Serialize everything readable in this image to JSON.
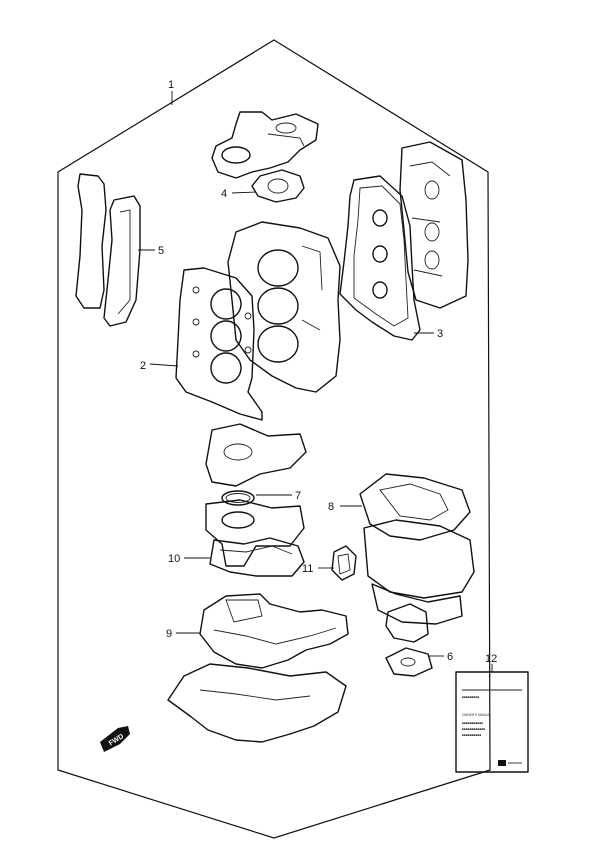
{
  "callouts": {
    "c1": "1",
    "c2": "2",
    "c3": "3",
    "c4": "4",
    "c5": "5",
    "c6": "6",
    "c7": "7",
    "c8": "8",
    "c9": "9",
    "c10": "10",
    "c11": "11",
    "c12": "12"
  },
  "fwd_label": "FWD",
  "manual": {
    "line1": "■■■■■■■■■",
    "title": "OWNER'S MANUAL",
    "line2": "■■■■■■■■■■■",
    "line3": "■■■■■■■■■■■■",
    "line4": "■■■■■■■■■■"
  },
  "icons": {
    "fwd": "fwd-arrow-icon",
    "logo": "suzuki-logo-icon"
  }
}
